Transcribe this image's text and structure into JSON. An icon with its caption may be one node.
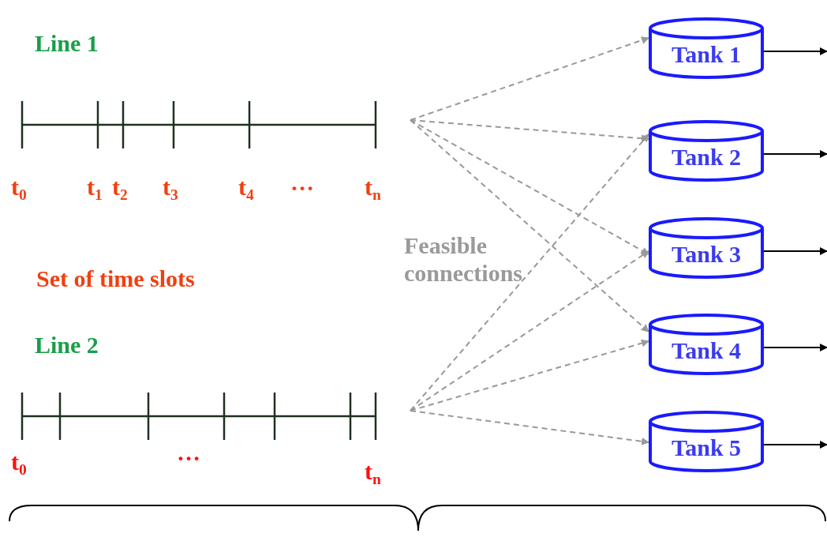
{
  "diagram": {
    "nodes": [
      {
        "text": [],
        "shape": "bar"
      },
      {
        "text": [],
        "shape": "bar"
      },
      {
        "text": [
          "Tank 1"
        ]
      },
      {
        "text": [
          "Tank 2"
        ]
      },
      {
        "text": [
          "Tank 3"
        ]
      },
      {
        "text": [
          "Tank 4"
        ]
      },
      {
        "text": [
          "Tank 5"
        ]
      }
    ],
    "edges": [
      {
        "from": 0,
        "to": 2,
        "arrow": "to",
        "style": "dashed",
        "color": "#999999"
      },
      {
        "from": 0,
        "to": 3,
        "arrow": "to",
        "style": "dashed",
        "color": "#999999"
      },
      {
        "from": 0,
        "to": 4,
        "arrow": "to",
        "style": "dashed",
        "color": "#999999"
      },
      {
        "from": 0,
        "to": 5,
        "arrow": "to",
        "style": "dashed",
        "color": "#999999"
      },
      {
        "from": 1,
        "to": 3,
        "arrow": "to",
        "style": "dashed",
        "color": "#999999"
      },
      {
        "from": 1,
        "to": 4,
        "arrow": "to",
        "style": "dashed",
        "color": "#999999"
      },
      {
        "from": 1,
        "to": 5,
        "arrow": "to",
        "style": "dashed",
        "color": "#999999"
      },
      {
        "from": 1,
        "to": 6,
        "arrow": "to",
        "style": "dashed",
        "color": "#999999"
      },
      {
        "from": 2,
        "to": null,
        "arrow": "to",
        "color": "#000000"
      },
      {
        "from": 3,
        "to": null,
        "arrow": "to",
        "color": "#000000"
      },
      {
        "from": 4,
        "to": null,
        "arrow": "to",
        "color": "#000000"
      },
      {
        "from": 5,
        "to": null,
        "arrow": "to",
        "color": "#000000"
      },
      {
        "from": 6,
        "to": null,
        "arrow": "to",
        "color": "#000000"
      }
    ],
    "labels": [
      "Line 1",
      "t$_{0}$",
      "t$_{1}$",
      "t$_{2}$",
      "t$_{3}$",
      "t$_{4}$",
      "…",
      "t$_{n}$",
      "Feasible connections",
      "Set of time slots",
      "Line 2",
      "t$_{0}$",
      "…",
      "t$_{n}$"
    ]
  }
}
